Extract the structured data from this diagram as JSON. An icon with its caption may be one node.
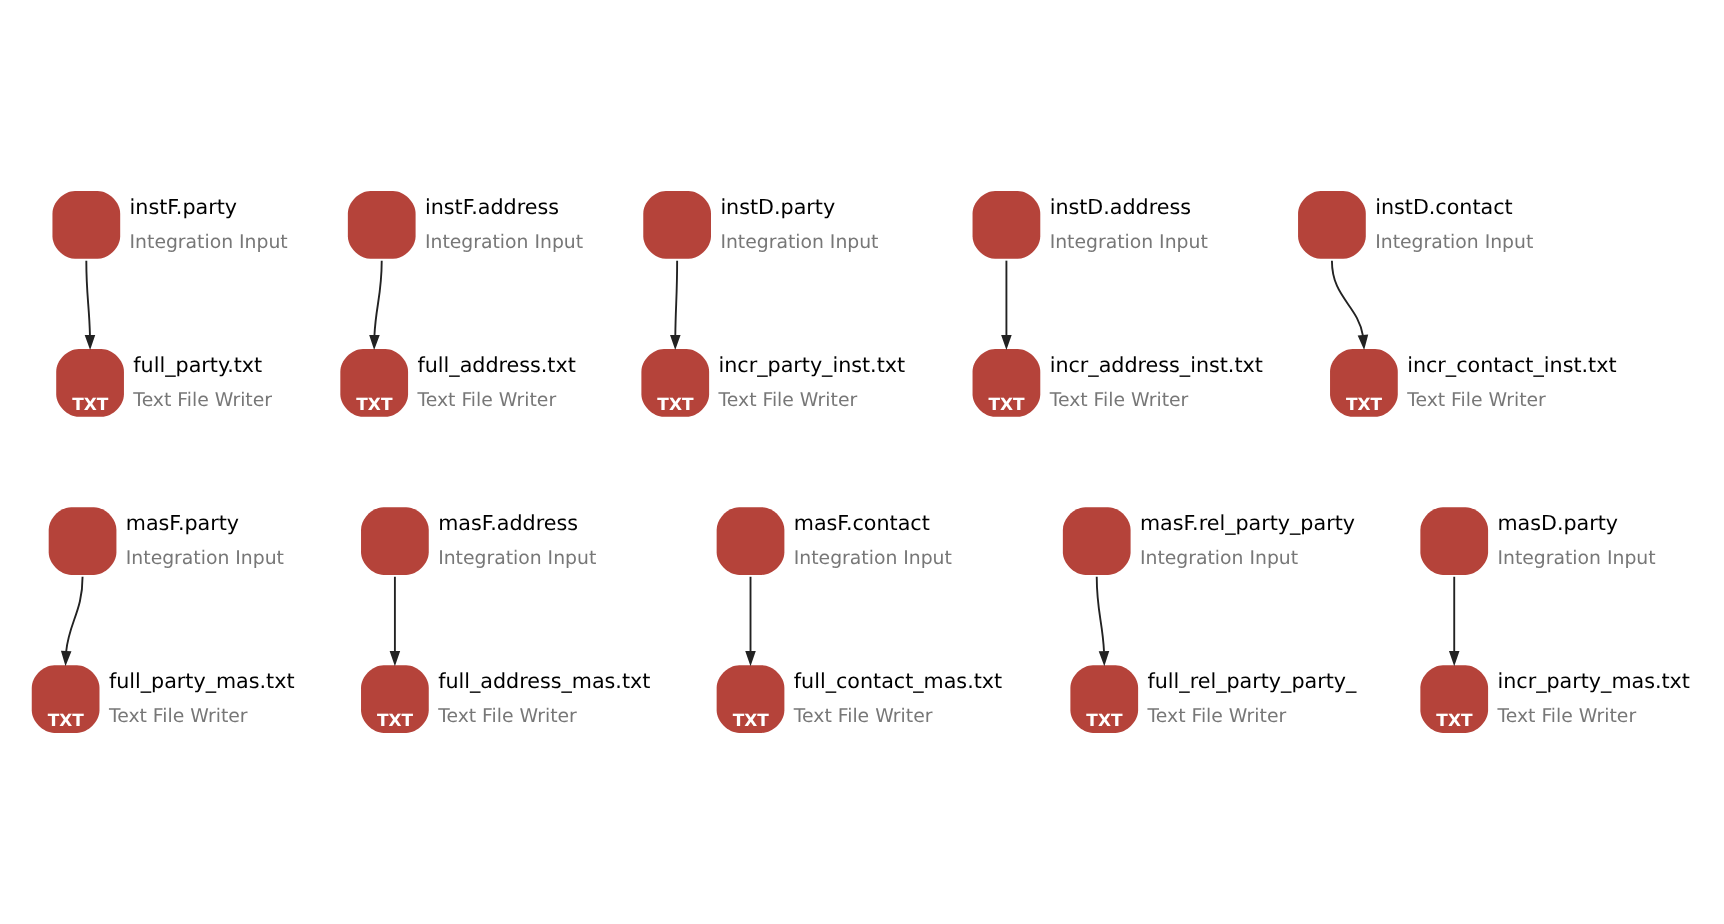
{
  "diagram": {
    "nodes": [
      {
        "text": [
          "instF.party",
          "Integration Input"
        ]
      },
      {
        "text": [
          "instF.address",
          "Integration Input"
        ]
      },
      {
        "text": [
          "instD.party",
          "Integration Input"
        ]
      },
      {
        "text": [
          "instD.address",
          "Integration Input"
        ]
      },
      {
        "text": [
          "instD.contact",
          "Integration Input"
        ]
      },
      {
        "text": [
          "TXT",
          "full_party.txt",
          "Text File Writer"
        ]
      },
      {
        "text": [
          "TXT",
          "full_address.txt",
          "Text File Writer"
        ]
      },
      {
        "text": [
          "TXT",
          "incr_party_inst.txt",
          "Text File Writer"
        ]
      },
      {
        "text": [
          "TXT",
          "incr_address_inst.txt",
          "Text File Writer"
        ]
      },
      {
        "text": [
          "TXT",
          "incr_contact_inst.txt",
          "Text File Writer"
        ]
      },
      {
        "text": [
          "masF.party",
          "Integration Input"
        ]
      },
      {
        "text": [
          "masF.address",
          "Integration Input"
        ]
      },
      {
        "text": [
          "masF.contact",
          "Integration Input"
        ]
      },
      {
        "text": [
          "masF.rel_party_party",
          "Integration Input"
        ]
      },
      {
        "text": [
          "masD.party",
          "Integration Input"
        ]
      },
      {
        "text": [
          "TXT",
          "full_party_mas.txt",
          "Text File Writer"
        ]
      },
      {
        "text": [
          "TXT",
          "full_address_mas.txt",
          "Text File Writer"
        ]
      },
      {
        "text": [
          "TXT",
          "full_contact_mas.txt",
          "Text File Writer"
        ]
      },
      {
        "text": [
          "TXT",
          "full_rel_party_party_",
          "Text File Writer"
        ]
      },
      {
        "text": [
          "TXT",
          "incr_party_mas.txt",
          "Text File Writer"
        ]
      }
    ],
    "edges": [
      {
        "from": 0,
        "to": 5,
        "arrow": "to"
      },
      {
        "from": 1,
        "to": 6,
        "arrow": "to"
      },
      {
        "from": 2,
        "to": 7,
        "arrow": "to"
      },
      {
        "from": 3,
        "to": 8,
        "arrow": "to"
      },
      {
        "from": 4,
        "to": 9,
        "arrow": "to"
      },
      {
        "from": 10,
        "to": 15,
        "arrow": "to"
      },
      {
        "from": 11,
        "to": 16,
        "arrow": "to"
      },
      {
        "from": 12,
        "to": 17,
        "arrow": "to"
      },
      {
        "from": 13,
        "to": 18,
        "arrow": "to"
      },
      {
        "from": 14,
        "to": 19,
        "arrow": "to"
      }
    ]
  }
}
